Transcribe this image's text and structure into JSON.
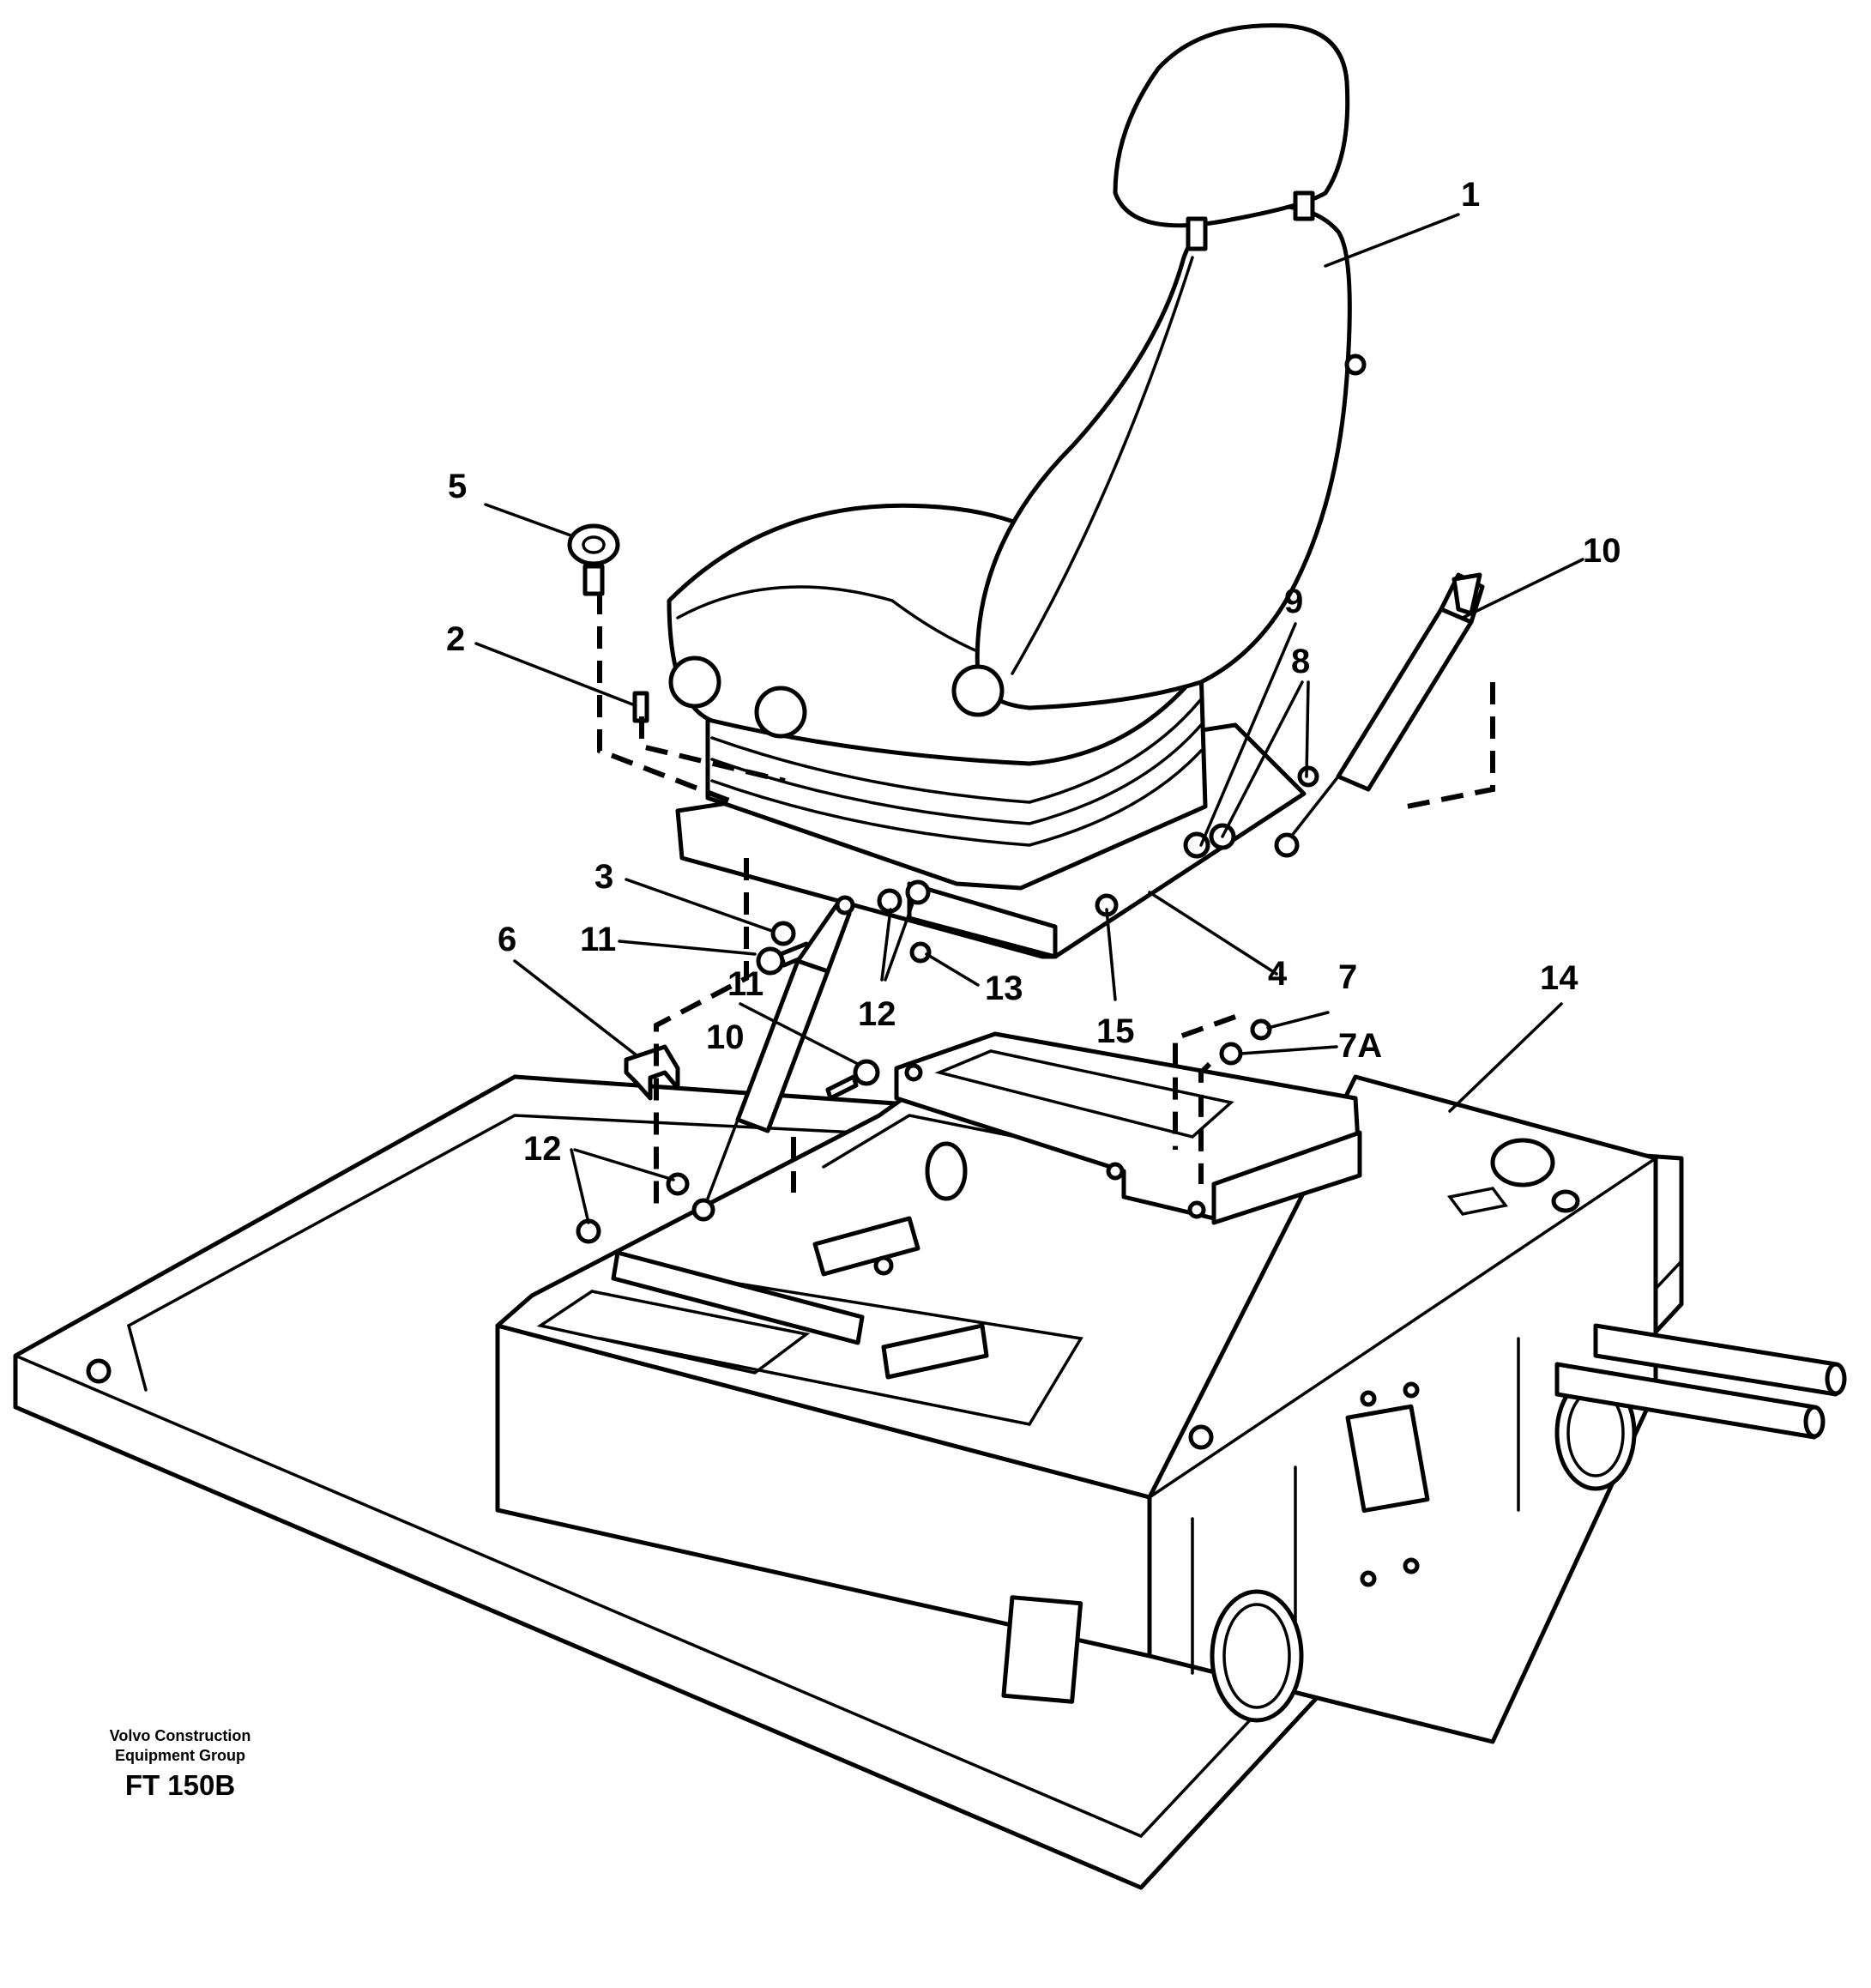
{
  "callouts": {
    "c1": "1",
    "c2": "2",
    "c3": "3",
    "c4": "4",
    "c5": "5",
    "c6": "6",
    "c7": "7",
    "c7a": "7A",
    "c8": "8",
    "c9": "9",
    "c10_right": "10",
    "c10_left": "10",
    "c11_a": "11",
    "c11_b": "11",
    "c12_a": "12",
    "c12_b": "12",
    "c13": "13",
    "c14": "14",
    "c15": "15"
  },
  "credit": {
    "line1": "Volvo Construction",
    "line2": "Equipment Group",
    "figure_code": "FT 150B"
  }
}
